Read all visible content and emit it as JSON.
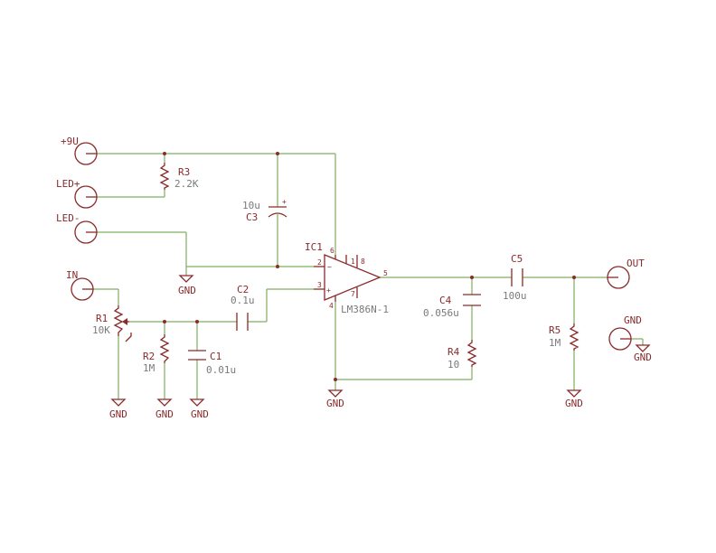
{
  "connectors": {
    "v9": "+9U",
    "led_plus": "LED+",
    "led_minus": "LED-",
    "in": "IN",
    "out": "OUT",
    "gnd_jack": "GND"
  },
  "r3": {
    "name": "R3",
    "value": "2.2K"
  },
  "c3": {
    "name": "C3",
    "value": "10u"
  },
  "ic1": {
    "name": "IC1",
    "value": "LM386N-1",
    "pin2": "2",
    "pin3": "3",
    "pin4": "4",
    "pin5": "5",
    "pin6": "6",
    "pin7": "7",
    "pin1": "1",
    "pin8": "8"
  },
  "c2": {
    "name": "C2",
    "value": "0.1u"
  },
  "r1": {
    "name": "R1",
    "value": "10K"
  },
  "r2": {
    "name": "R2",
    "value": "1M"
  },
  "c1": {
    "name": "C1",
    "value": "0.01u"
  },
  "c4": {
    "name": "C4",
    "value": "0.056u"
  },
  "r4": {
    "name": "R4",
    "value": "10"
  },
  "c5": {
    "name": "C5",
    "value": "100u"
  },
  "r5": {
    "name": "R5",
    "value": "1M"
  },
  "gnd": "GND"
}
